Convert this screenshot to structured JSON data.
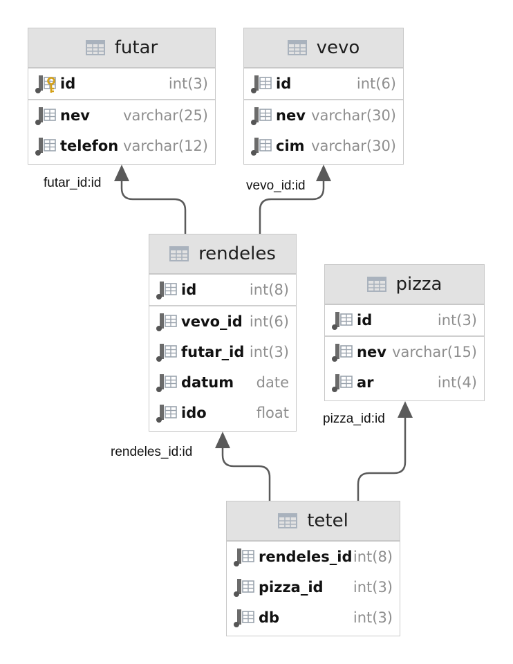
{
  "tables": {
    "futar": {
      "title": "futar",
      "rows": [
        {
          "name": "id",
          "type": "int(3)",
          "icon": "primary-key-column-icon"
        },
        {
          "name": "nev",
          "type": "varchar(25)",
          "icon": "column-icon"
        },
        {
          "name": "telefon",
          "type": "varchar(12)",
          "icon": "column-icon"
        }
      ]
    },
    "vevo": {
      "title": "vevo",
      "rows": [
        {
          "name": "id",
          "type": "int(6)",
          "icon": "column-icon"
        },
        {
          "name": "nev",
          "type": "varchar(30)",
          "icon": "column-icon"
        },
        {
          "name": "cim",
          "type": "varchar(30)",
          "icon": "column-icon"
        }
      ]
    },
    "rendeles": {
      "title": "rendeles",
      "rows": [
        {
          "name": "id",
          "type": "int(8)",
          "icon": "column-icon"
        },
        {
          "name": "vevo_id",
          "type": "int(6)",
          "icon": "column-icon"
        },
        {
          "name": "futar_id",
          "type": "int(3)",
          "icon": "column-icon"
        },
        {
          "name": "datum",
          "type": "date",
          "icon": "column-icon"
        },
        {
          "name": "ido",
          "type": "float",
          "icon": "column-icon"
        }
      ]
    },
    "pizza": {
      "title": "pizza",
      "rows": [
        {
          "name": "id",
          "type": "int(3)",
          "icon": "column-icon"
        },
        {
          "name": "nev",
          "type": "varchar(15)",
          "icon": "column-icon"
        },
        {
          "name": "ar",
          "type": "int(4)",
          "icon": "column-icon"
        }
      ]
    },
    "tetel": {
      "title": "tetel",
      "rows": [
        {
          "name": "rendeles_id",
          "type": "int(8)",
          "icon": "column-icon"
        },
        {
          "name": "pizza_id",
          "type": "int(3)",
          "icon": "column-icon"
        },
        {
          "name": "db",
          "type": "int(3)",
          "icon": "column-icon"
        }
      ]
    }
  },
  "relations": [
    {
      "from": "rendeles",
      "to": "futar",
      "label": "futar_id:id"
    },
    {
      "from": "rendeles",
      "to": "vevo",
      "label": "vevo_id:id"
    },
    {
      "from": "tetel",
      "to": "rendeles",
      "label": "rendeles_id:id"
    },
    {
      "from": "tetel",
      "to": "pizza",
      "label": "pizza_id:id"
    }
  ],
  "colors": {
    "header_bg": "#e2e2e2",
    "border": "#c8c8c8",
    "line": "#5a5a5a",
    "key_icon": "#d4a017"
  }
}
